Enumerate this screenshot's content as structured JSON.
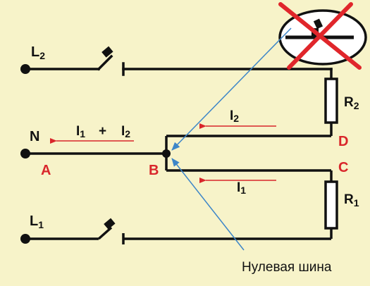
{
  "labels": {
    "L2": "L",
    "L2_sub": "2",
    "L1": "L",
    "L1_sub": "1",
    "N": "N",
    "A": "A",
    "B": "B",
    "C": "C",
    "D": "D",
    "R2": "R",
    "R2_sub": "2",
    "R1": "R",
    "R1_sub": "1",
    "I1_main": "I",
    "I1_main_sub": "1",
    "plus": "+",
    "I2_main": "I",
    "I2_main_sub": "2",
    "I2": "I",
    "I2_sub": "2",
    "I1": "I",
    "I1_sub": "1",
    "neutral_bus": "Нулевая шина"
  },
  "colors": {
    "background": "#f7f3c9",
    "wire": "#111111",
    "point_label": "#d9262b",
    "current_arrow": "#d9262b",
    "pointer_line": "#3d86c8",
    "cross": "#e0262b",
    "lamp_fill": "#ffffff"
  },
  "icons": {
    "crossed_lamp": "crossed-out-lamp-icon",
    "switch": "switch-icon",
    "resistor": "resistor-icon"
  }
}
